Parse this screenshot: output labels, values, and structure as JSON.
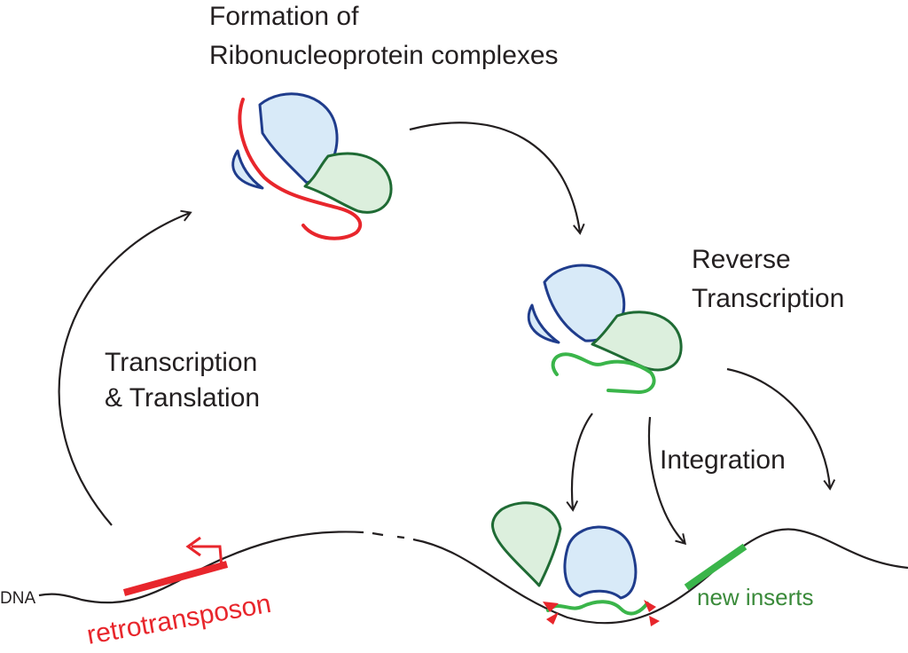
{
  "labels": {
    "formation_line1": "Formation of",
    "formation_line2": "Ribonucleoprotein complexes",
    "reverse_line1": "Reverse",
    "reverse_line2": "Transcription",
    "transcription_line1": "Transcription",
    "transcription_line2": "& Translation",
    "integration": "Integration",
    "dna": "DNA",
    "retrotransposon": "retrotransposon",
    "new_inserts": "new inserts"
  },
  "colors": {
    "ink": "#231f20",
    "rna_red": "#e8262c",
    "dna_green": "#3ab54a",
    "protein_blue_stroke": "#1f3c8c",
    "protein_blue_fill": "#d8eaf8",
    "protein_green_stroke": "#1f6b34",
    "protein_green_fill": "#dcefdd",
    "insert_label_green": "#3a8a3a"
  }
}
